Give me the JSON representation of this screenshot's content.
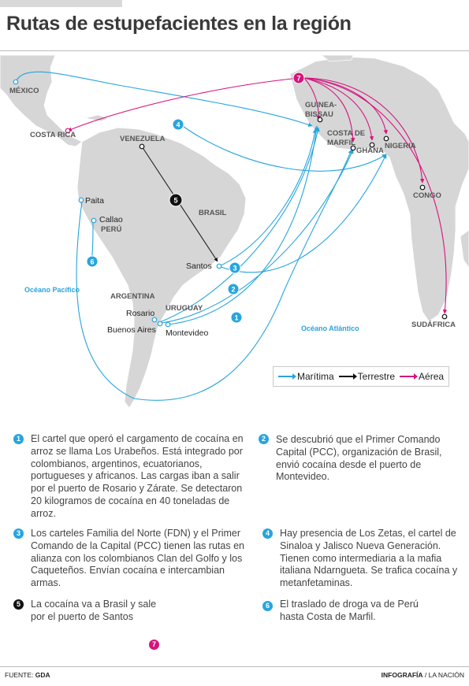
{
  "title": "Rutas de estupefacientes en la región",
  "colors": {
    "maritime": "#27a5dd",
    "terrestrial": "#111111",
    "aerial": "#d6137d",
    "land": "#d6d6d6",
    "ocean_label": "#2aa3dc"
  },
  "map": {
    "countries": {
      "mexico": "MÉXICO",
      "costa_rica": "COSTA RICA",
      "venezuela": "VENEZUELA",
      "brasil": "BRASIL",
      "peru": "PERÚ",
      "argentina": "ARGENTINA",
      "uruguay": "URUGUAY",
      "guinea_bissau": "GUINEA-\nBISSAU",
      "costa_de_marfil": "COSTA DE\nMARFIL",
      "ghana": "GHANA",
      "nigeria": "NIGERIA",
      "congo": "CONGO",
      "sudafrica": "SUDÁFRICA"
    },
    "cities": {
      "paita": "Paita",
      "callao": "Callao",
      "santos": "Santos",
      "rosario": "Rosario",
      "buenos_aires": "Buenos Aires",
      "montevideo": "Montevideo"
    },
    "oceans": {
      "pacifico": "Océano Pacífico",
      "atlantico": "Océano Atlántico"
    },
    "route_badges": [
      "1",
      "2",
      "3",
      "4",
      "5",
      "6",
      "7"
    ]
  },
  "legend": {
    "maritime": "Marítima",
    "terrestrial": "Terrestre",
    "aerial": "Aérea"
  },
  "notes": [
    {
      "num": "1",
      "text": "El cartel que operó el cargamento de cocaína en arroz se llama Los Urabeños. Está integrado por colombianos, argentinos, ecuatorianos, portugueses y africanos. Las cargas iban a salir por el puerto de Rosario y Zárate. Se detectaron 20 kilogramos de cocaína en 40 toneladas de arroz."
    },
    {
      "num": "2",
      "text": "Se descubrió que el Primer Comando Capital (PCC), organización de Brasil, envió cocaína desde el puerto de Montevideo."
    },
    {
      "num": "3",
      "text": "Los carteles Familia del Norte (FDN) y el Primer Comando de la Capital (PCC) tienen las rutas en alianza con los colombianos Clan del Golfo y los Caqueteños. Envían cocaína e intercambian armas."
    },
    {
      "num": "4",
      "text": "Hay presencia de Los Zetas, el cartel de Sinaloa y Jalisco Nueva Generación. Tienen como intermediaria a la mafia italiana Ndarngueta. Se trafica cocaína y metanfetaminas."
    },
    {
      "num": "5",
      "text": "La cocaína va a Brasil y sale\npor el puerto de Santos"
    },
    {
      "num": "6",
      "text": "El traslado de droga va de Perú\nhasta Costa de Marfil."
    },
    {
      "num": "7",
      "text": ""
    }
  ],
  "footer": {
    "source_label": "FUENTE:",
    "source": "GDA",
    "credit_bold": "INFOGRAFÍA",
    "credit_rest": " / LA NACIÓN"
  }
}
